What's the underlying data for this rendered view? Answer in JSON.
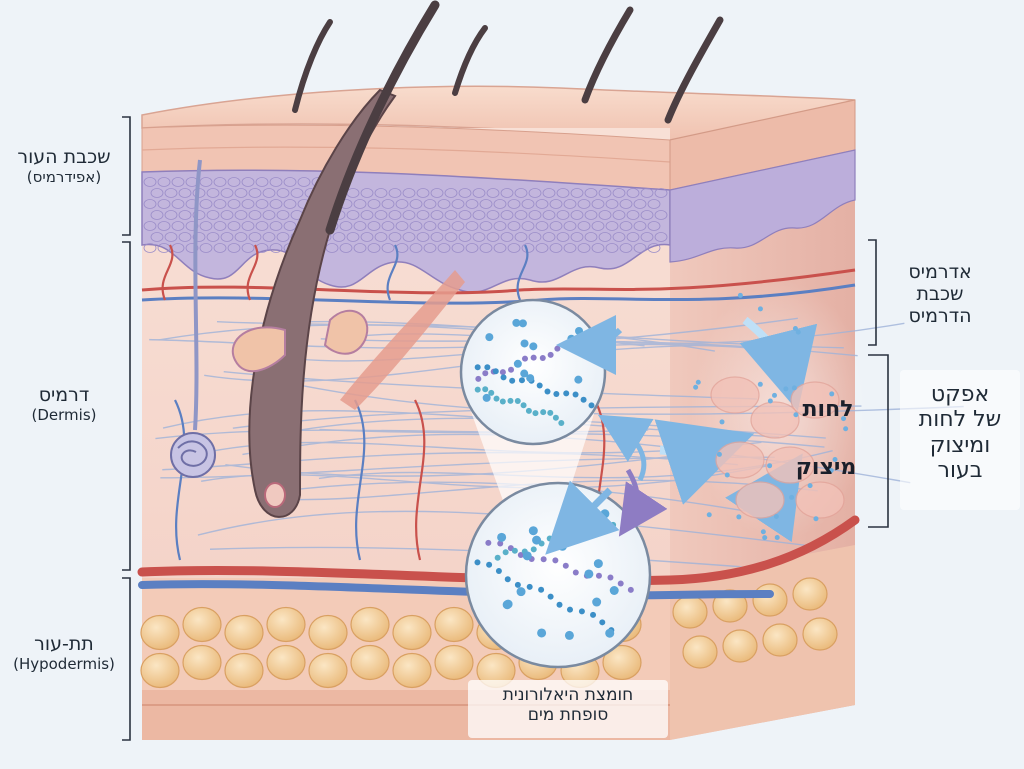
{
  "labels": {
    "epidermis": {
      "title": "שכבת העור",
      "subtitle": "(אפידרמיס)"
    },
    "dermis": {
      "title": "דרמיס",
      "subtitle": "(Dermis)"
    },
    "hypodermis": {
      "title": "תת-עור",
      "subtitle": "(Hypodermis)"
    },
    "dermis_right": {
      "line1": "אדרמיס",
      "line2": "שכבת",
      "line3": "הדרמיס"
    },
    "effect": {
      "line1": "אפקט",
      "line2": "של לחות",
      "line3": "ומיצוק",
      "line4": "בעור"
    },
    "inset_moisture": "לחות",
    "inset_firmness": "מיצוק",
    "hyaluronic": {
      "line1": "חומצת היאלורונית",
      "line2": "סופחת מים"
    }
  },
  "colors": {
    "background": "#eef3f8",
    "epidermis_top": "#f3c9b8",
    "epidermis_cells": "#b8a9d4",
    "dermis": "#f6d7cf",
    "fat": "#f4d3a3",
    "artery": "#c9514c",
    "vein": "#5b7fc2",
    "hair": "#5a4a4e",
    "molecule": "#3c8fc7"
  },
  "icons": [
    "hair-icon",
    "sweat-gland-icon",
    "hyaluronic-molecule-icon",
    "water-droplet-icon",
    "arrow-icon"
  ]
}
